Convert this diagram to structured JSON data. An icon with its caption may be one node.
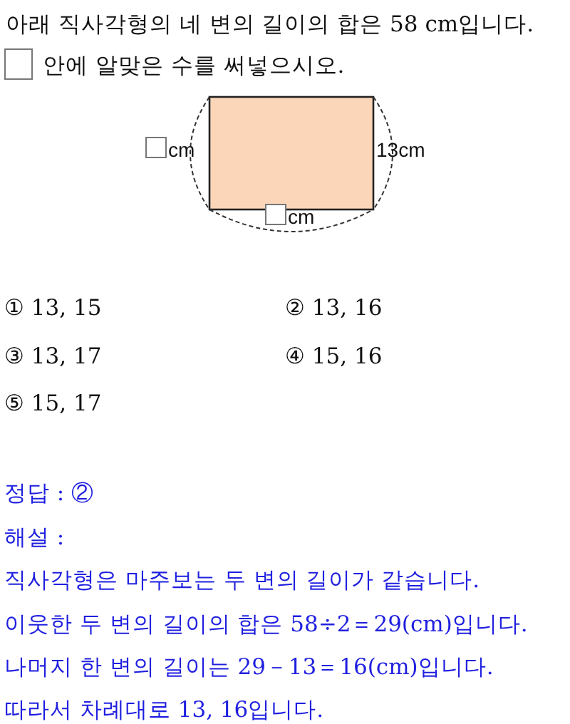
{
  "diagram": {
    "title": "아래 직사각형의 네 변의 길이의 합은 58 cm입니다.",
    "labels": [
      "안에 알맞은 수를 써넣으시오.",
      "cm",
      "13cm",
      "cm",
      "① 13, 15",
      "② 13, 16",
      "③ 13, 17",
      "④ 15, 16",
      "⑤ 15, 17",
      "정답 : ②",
      "해설 :",
      "직사각형은 마주보는 두 변의 길이가 같습니다.",
      "이웃한 두 변의 길이의 합은 58÷2＝29(cm)입니다.",
      "나머지 한 변의 길이는 29－13＝16(cm)입니다.",
      "따라서 차례대로 13, 16입니다."
    ]
  }
}
